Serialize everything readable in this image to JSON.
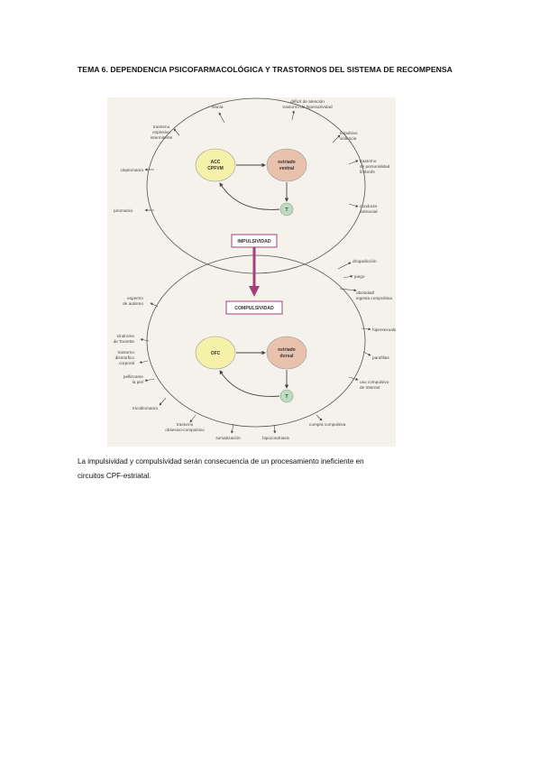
{
  "document": {
    "title": "TEMA 6. DEPENDENCIA PSICOFARMACOLÓGICA Y TRASTORNOS DEL SISTEMA DE RECOMPENSA",
    "caption_lines": [
      "La impulsividad y compulsividad serán consecuencia de un procesamiento ineficiente en",
      "circuitos CPF-estriatal."
    ]
  },
  "diagram": {
    "top_circle": {
      "node_acc_line1": "ACC",
      "node_acc_line2": "CPFVM",
      "node_ventral_line1": "estriado",
      "node_ventral_line2": "ventral",
      "node_t": "T",
      "labels": {
        "mania": "manía",
        "deficit_line1": "déficit de atención",
        "deficit_line2": "trastorno de hiperactividad",
        "impulsive_line1": "impulsivo",
        "impulsive_line2": "violencia",
        "trastorno_explosivo_line1": "trastorno",
        "trastorno_explosivo_line2": "explosivo",
        "trastorno_explosivo_line3": "intermitente",
        "personalidad_line1": "trastorno",
        "personalidad_line2": "de personalidad",
        "personalidad_line3": "límbrofe",
        "cleptomania": "cleptomanía",
        "piromania": "piromanía",
        "conducta_line1": "conducta",
        "conducta_line2": "antisocial"
      }
    },
    "impulsividad_box": "IMPULSIVIDAD",
    "compulsividad_box": "COMPULSIVIDAD",
    "overlap_labels": {
      "drogadiccion": "drogadicción",
      "juego": "juego",
      "obesidad_line1": "obesidad/",
      "obesidad_line2": "ingesta compulsiva"
    },
    "bottom_circle": {
      "node_ofc": "OFC",
      "node_dorsal_line1": "estriado",
      "node_dorsal_line2": "dorsal",
      "node_t": "T",
      "labels": {
        "autismo_line1": "espectro",
        "autismo_line2": "de autismo",
        "tourette_line1": "síndrome",
        "tourette_line2": "de Tourette",
        "dismorfico_line1": "trastorno",
        "dismorfico_line2": "dismórfico",
        "dismorfico_line3": "corporal",
        "pellizcarse_line1": "pellizcarse",
        "pellizcarse_line2": "la piel",
        "tricotilomania": "tricotilomanía",
        "toc_line1": "trastorno",
        "toc_line2": "obsesivo-compulsivo",
        "somatizacion": "somatización",
        "hipocondriasis": "hipocondriasis",
        "compra": "compra compulsiva",
        "internet_line1": "uso compulsivo",
        "internet_line2": "de Internet",
        "parafilias": "parafilias",
        "hipersexualidad": "hipersexualidad"
      }
    },
    "colors": {
      "acc_fill": "#f6f1a8",
      "striatum_fill": "#e8c2ad",
      "t_fill": "#bcdcc0",
      "box_border": "#a4407a",
      "main_arrow": "#a4407a",
      "background": "#f4f2ea"
    }
  }
}
